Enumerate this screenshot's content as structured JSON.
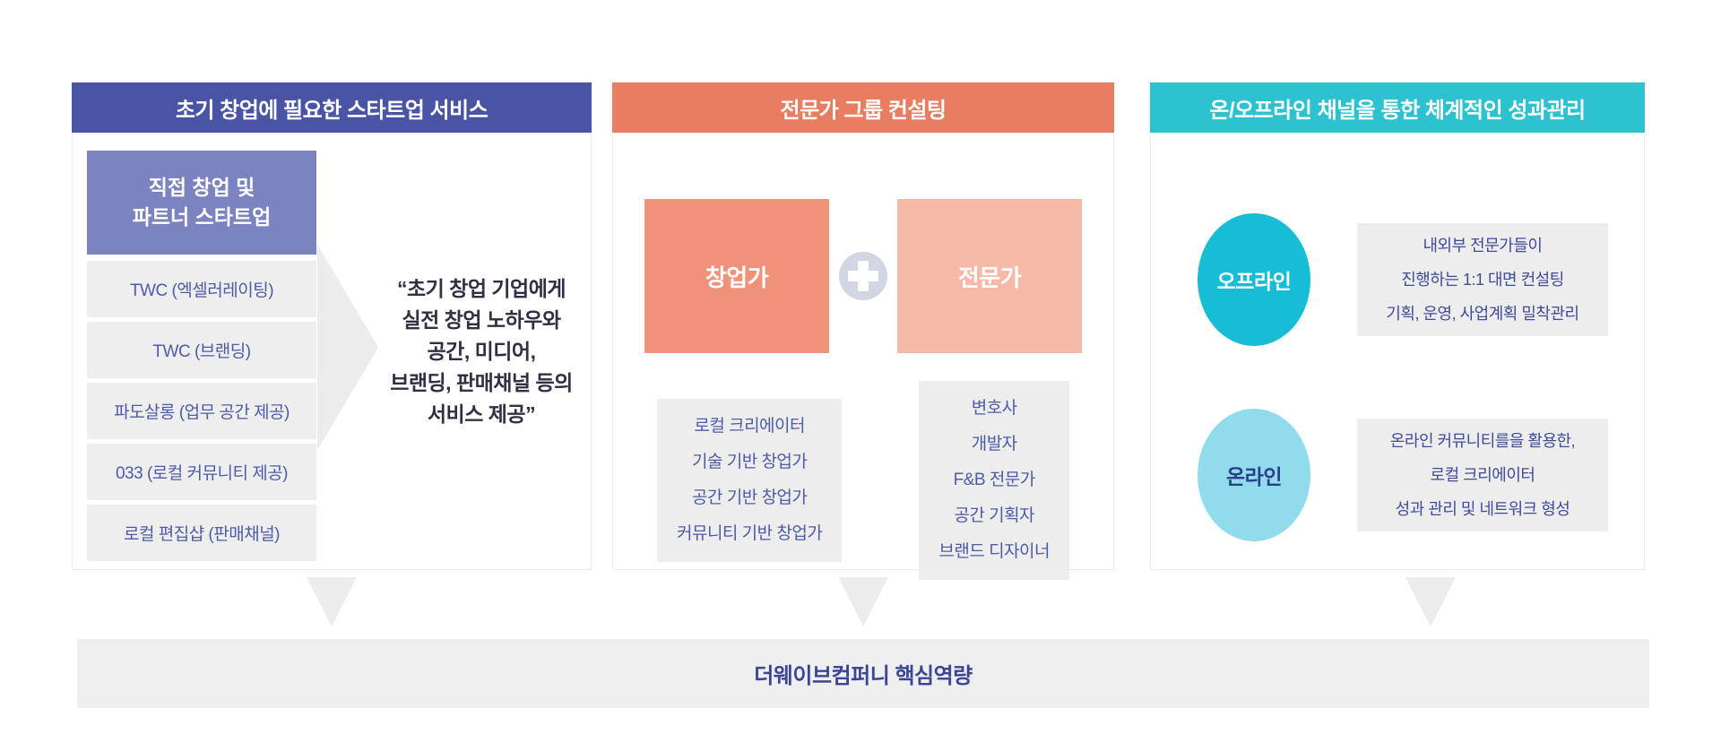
{
  "left_panel": {
    "title": "초기 창업에 필요한 스타트업 서비스",
    "lead_box": {
      "lines": [
        "직접 창업 및",
        "파트너 스타트업"
      ]
    },
    "items": [
      "TWC (엑셀러레이팅)",
      "TWC (브랜딩)",
      "파도살롱 (업무 공간 제공)",
      "033 (로컬 커뮤니티 제공)",
      "로컬 편집샵 (판매채널)"
    ],
    "quote_lines": [
      "“초기 창업 기업에게",
      "실전 창업 노하우와",
      "공간, 미디어,",
      "브랜딩, 판매채널 등의",
      "서비스 제공”"
    ]
  },
  "middle_panel": {
    "title": "전문가 그룹 컨설팅",
    "founder_label": "창업가",
    "expert_label": "전문가",
    "plus_icon": "plus",
    "founder_types": [
      "로컬 크리에이터",
      "기술 기반 창업가",
      "공간 기반 창업가",
      "커뮤니티 기반 창업가"
    ],
    "expert_types": [
      "변호사",
      "개발자",
      "F&B 전문가",
      "공간 기획자",
      "브랜드 디자이너"
    ]
  },
  "right_panel": {
    "title": "온/오프라인 채널을 통한 체계적인 성과관리",
    "offline": {
      "label": "오프라인",
      "lines": [
        "내외부 전문가들이",
        "진행하는 1:1 대면 컨설팅",
        "기획, 운영, 사업계획 밀착관리"
      ]
    },
    "online": {
      "label": "온라인",
      "lines": [
        "온라인 커뮤니티를을 활용한,",
        "로컬 크리에이터",
        "성과 관리 및 네트워크 형성"
      ]
    }
  },
  "footer": {
    "label": "더웨이브컴퍼니 핵심역량"
  },
  "colors": {
    "left_header": "#4a54a4",
    "lead_box": "#7b83c1",
    "item_box": "#eeeeee",
    "item_text": "#4d5ba8",
    "coral_header": "#e87d62",
    "founder_box": "#f09179",
    "expert_box": "#f6b9a8",
    "plus_circle": "#d2d6e3",
    "cyan_header": "#2cc2d0",
    "offline_circle": "#16bdd4",
    "online_circle": "#90dcec",
    "online_text": "#2d3e8b",
    "gray_box": "#ededed",
    "quote_text": "#2e3143",
    "footer_bar": "#efefef",
    "footer_text": "#3b4697",
    "connector": "#ececec"
  }
}
